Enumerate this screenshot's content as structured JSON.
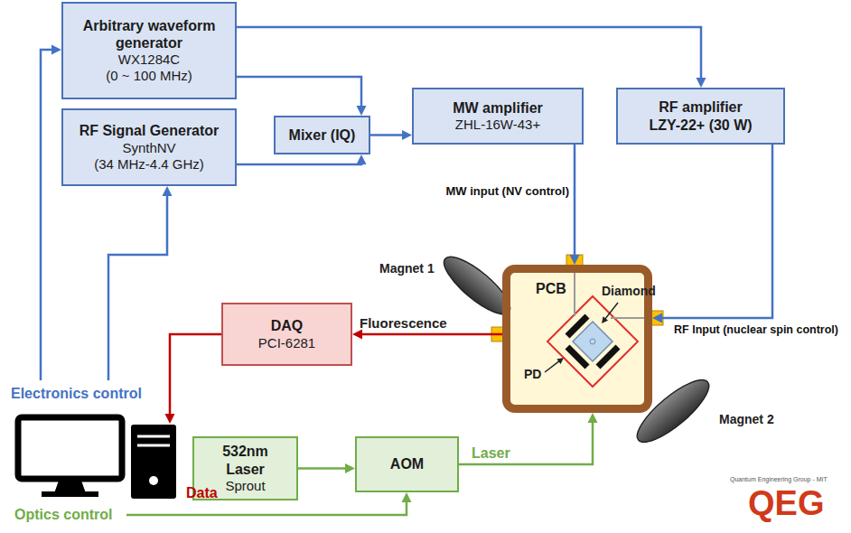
{
  "diagram": {
    "nodes": [
      {
        "text": [
          "Arbitrary waveform generator",
          "WX1284C",
          "(0 ~ 100 MHz)"
        ]
      },
      {
        "text": [
          "RF Signal Generator",
          "SynthNV",
          "(34 MHz-4.4 GHz)"
        ]
      },
      {
        "text": [
          "Mixer (IQ)"
        ]
      },
      {
        "text": [
          "MW amplifier",
          "ZHL-16W-43+"
        ]
      },
      {
        "text": [
          "RF amplifier",
          "LZY-22+ (30 W)"
        ]
      },
      {
        "text": [
          "PCB"
        ]
      },
      {
        "text": [
          "DAQ",
          "PCI-6281"
        ]
      },
      {
        "text": [
          "532nm Laser",
          "Sprout"
        ]
      },
      {
        "text": [
          "AOM"
        ]
      }
    ],
    "edges": [
      {
        "from": 0,
        "to": 2,
        "arrow": "to"
      },
      {
        "from": 0,
        "to": 4,
        "arrow": "to"
      },
      {
        "from": 1,
        "to": 2,
        "arrow": "to"
      },
      {
        "from": 2,
        "to": 3,
        "arrow": "to"
      },
      {
        "from": 3,
        "to": 5,
        "label": "MW input (NV control)",
        "arrow": "to"
      },
      {
        "from": 4,
        "to": 5,
        "label": "RF Input (nuclear spin control)",
        "arrow": "to"
      },
      {
        "from": 5,
        "to": 6,
        "label": "Fluorescence",
        "arrow": "to"
      },
      {
        "from": 7,
        "to": 8,
        "arrow": "to"
      },
      {
        "from": 8,
        "to": 5,
        "label": "Laser",
        "arrow": "to"
      }
    ],
    "labels": [
      "Magnet 1",
      "Magnet 2",
      "Diamond",
      "PD",
      "Electronics control",
      "Data",
      "Optics control",
      "Quantum Engineering Group - MIT",
      "QEG"
    ]
  }
}
